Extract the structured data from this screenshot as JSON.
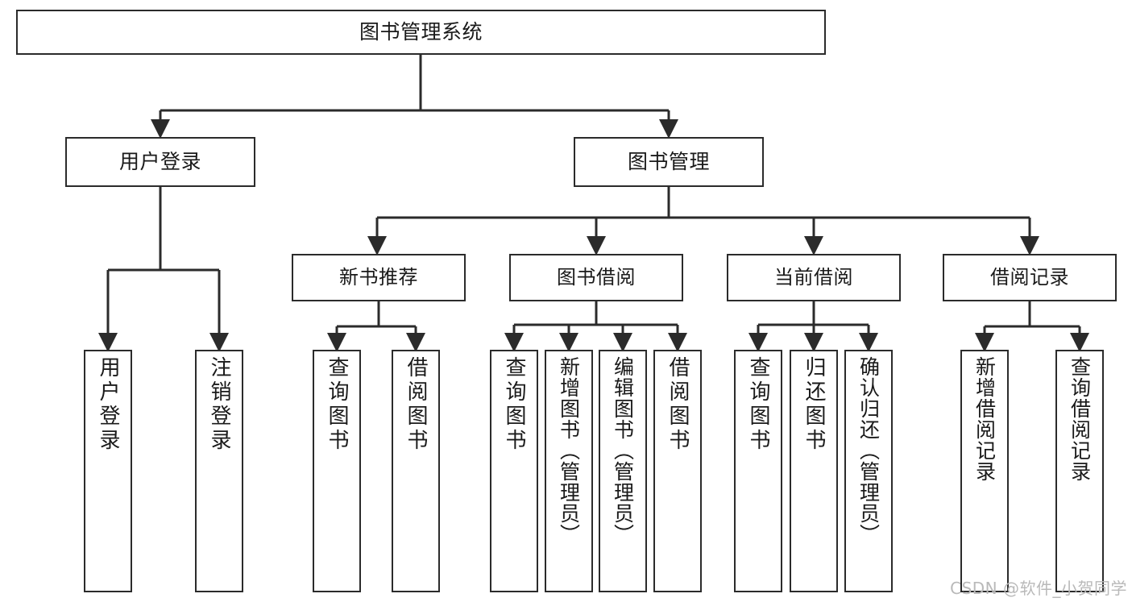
{
  "diagram": {
    "title": "图书管理系统",
    "type": "hierarchy-tree",
    "line_color": "#2b2b2b",
    "box_fill": "#ffffff",
    "text_color": "#1a1a1a"
  },
  "root": {
    "label": "图书管理系统"
  },
  "level1": [
    {
      "label": "用户登录"
    },
    {
      "label": "图书管理"
    }
  ],
  "level2": [
    {
      "label": "新书推荐"
    },
    {
      "label": "图书借阅"
    },
    {
      "label": "当前借阅"
    },
    {
      "label": "借阅记录"
    }
  ],
  "leaves": {
    "user_login": [
      {
        "label": "用户登录"
      },
      {
        "label": "注销登录"
      }
    ],
    "new_book": [
      {
        "label": "查询图书"
      },
      {
        "label": "借阅图书"
      }
    ],
    "book_borrow": [
      {
        "label": "查询图书"
      },
      {
        "label": "新增图书（管理员）"
      },
      {
        "label": "编辑图书（管理员）"
      },
      {
        "label": "借阅图书"
      }
    ],
    "current_borrow": [
      {
        "label": "查询图书"
      },
      {
        "label": "归还图书"
      },
      {
        "label": "确认归还（管理员）"
      }
    ],
    "borrow_record": [
      {
        "label": "新增借阅记录"
      },
      {
        "label": "查询借阅记录"
      }
    ]
  },
  "watermark": {
    "text": "CSDN @软件_小贺同学",
    "color": "#b9b9b9"
  }
}
